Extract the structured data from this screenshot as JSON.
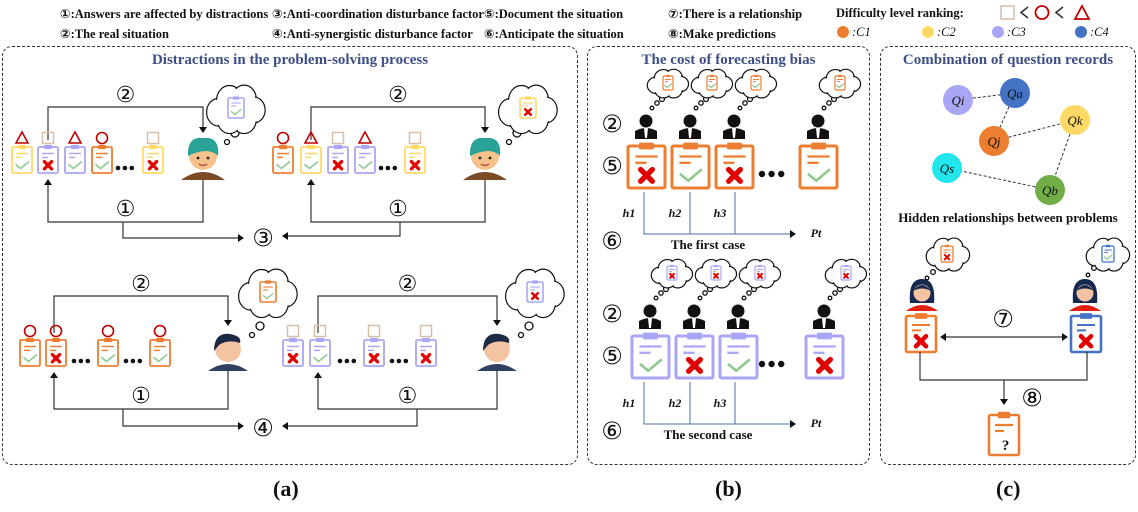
{
  "legend": {
    "items": [
      {
        "marker": "①",
        "text": ":Answers are affected by distractions"
      },
      {
        "marker": "②",
        "text": ":The real situation"
      },
      {
        "marker": "③",
        "text": ":Anti-coordination disturbance factor"
      },
      {
        "marker": "④",
        "text": ":Anti-synergistic disturbance factor"
      },
      {
        "marker": "⑤",
        "text": ":Document the situation"
      },
      {
        "marker": "⑥",
        "text": ":Anticipate the situation"
      },
      {
        "marker": "⑦",
        "text": ":There is a relationship"
      },
      {
        "marker": "⑧",
        "text": ":Make predictions"
      }
    ],
    "difficulty_label": "Difficulty level ranking:",
    "difficulty_order": [
      "square",
      "<",
      "circle",
      "<",
      "triangle"
    ],
    "concepts": [
      {
        "label": ":C1",
        "sub": "1",
        "color": "#ed7d31"
      },
      {
        "label": ":C2",
        "sub": "2",
        "color": "#ffd966"
      },
      {
        "label": ":C3",
        "sub": "3",
        "color": "#a9a6f5"
      },
      {
        "label": ":C4",
        "sub": "4",
        "color": "#4472c4"
      }
    ]
  },
  "panel_a": {
    "title": "Distractions in the problem-solving process",
    "caption": "(a)",
    "markers": {
      "one": "①",
      "two": "②",
      "three": "③",
      "four": "④"
    }
  },
  "panel_b": {
    "title": "The cost of forecasting bias",
    "caption": "(b)",
    "first_case": "The first case",
    "second_case": "The second case",
    "h_labels": [
      "h1",
      "h2",
      "h3"
    ],
    "p_label": "Pt",
    "markers": {
      "two": "②",
      "five": "⑤",
      "six": "⑥"
    }
  },
  "panel_c": {
    "title": "Combination of question records",
    "caption": "(c)",
    "nodes": [
      {
        "label": "Qi",
        "color": "#a9a6f5"
      },
      {
        "label": "Qa",
        "color": "#4472c4"
      },
      {
        "label": "Qk",
        "color": "#ffd966"
      },
      {
        "label": "Qj",
        "color": "#ed7d31"
      },
      {
        "label": "Qs",
        "color": "#22e6ee"
      },
      {
        "label": "Qb",
        "color": "#70ad47"
      }
    ],
    "hidden_label": "Hidden relationships between problems",
    "markers": {
      "seven": "⑦",
      "eight": "⑧"
    },
    "question_mark": "?"
  }
}
